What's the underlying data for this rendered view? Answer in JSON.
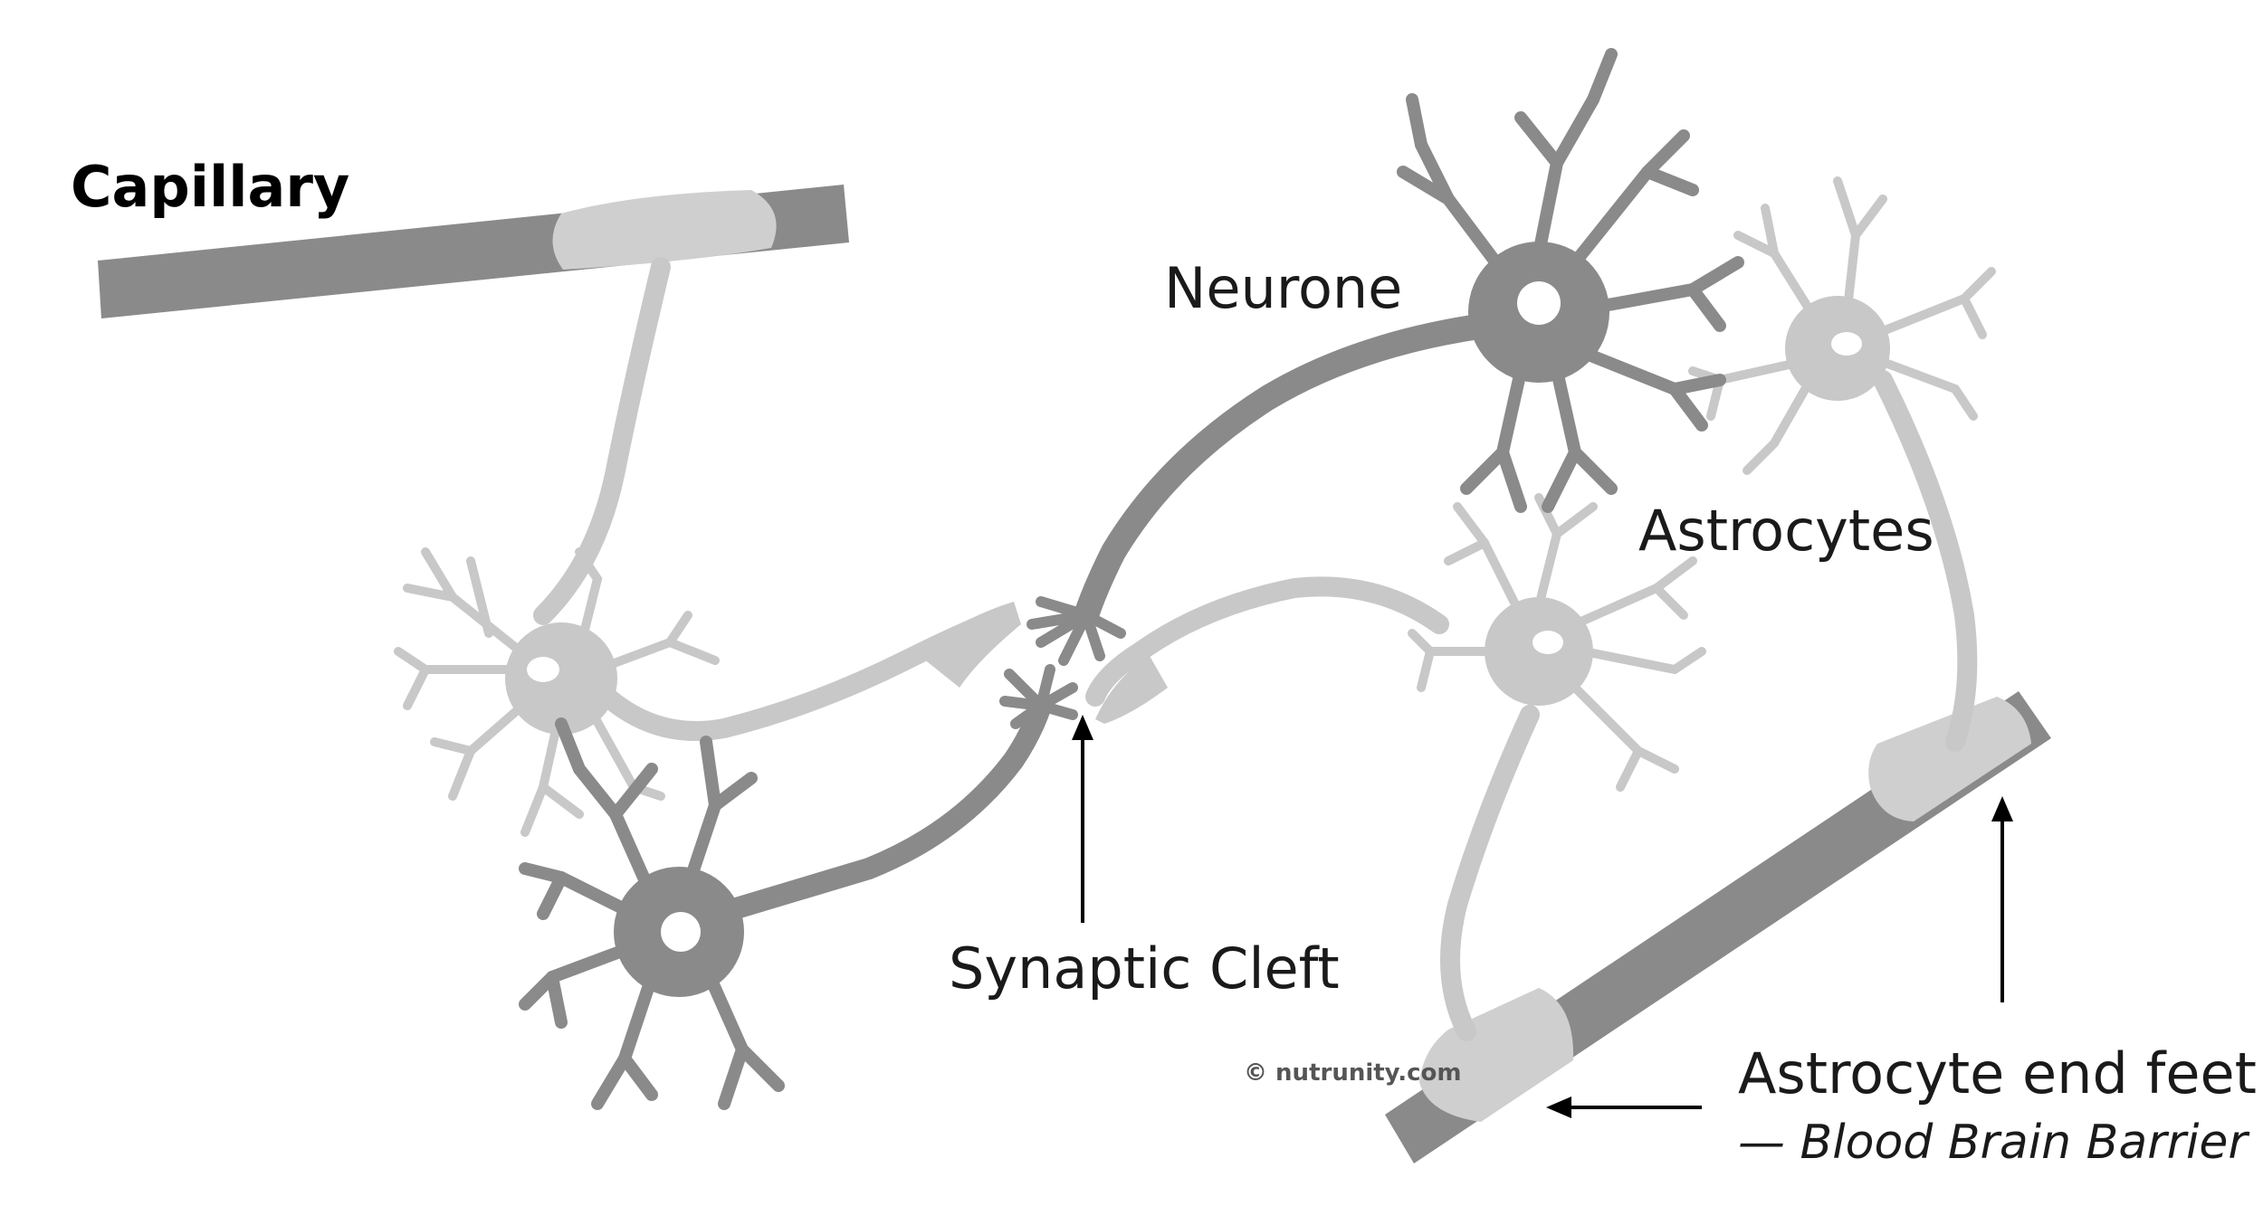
{
  "labels": {
    "capillary": "Capillary",
    "neurone": "Neurone",
    "astrocytes": "Astrocytes",
    "synaptic_cleft": "Synaptic Cleft",
    "end_feet": "Astrocyte end feet",
    "bbb": "— Blood Brain Barrier"
  },
  "watermark": "© nutrunity.com",
  "colors": {
    "neuron_dark": "#8a8a8a",
    "astrocyte_light": "#c8c8c8",
    "capillary": "#8a8a8a",
    "end_foot": "#cfcfcf"
  }
}
